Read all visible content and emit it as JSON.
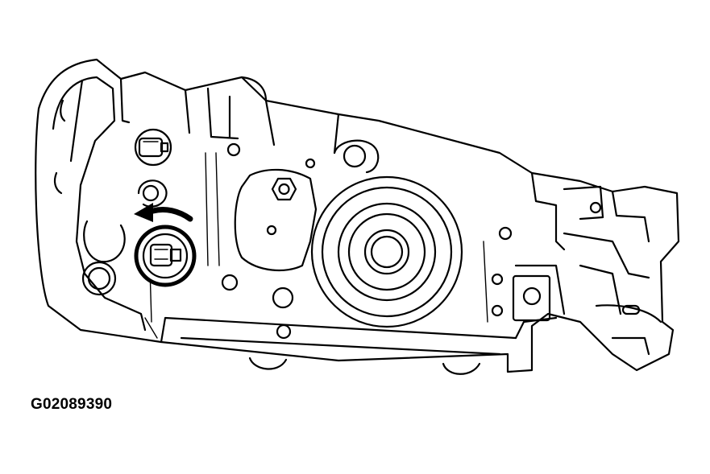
{
  "figure_code": "G02089390",
  "colors": {
    "line": "#000000",
    "background": "#ffffff"
  },
  "parts": [
    {
      "name": "housing",
      "icon": "transmission-housing-outline"
    },
    {
      "name": "upper-connector",
      "icon": "electrical-connector-icon"
    },
    {
      "name": "lower-connector",
      "icon": "electrical-connector-icon",
      "highlighted": true
    },
    {
      "name": "rotation-arrow",
      "icon": "counterclockwise-arrow-icon"
    },
    {
      "name": "bolt",
      "icon": "hex-bolt-icon"
    },
    {
      "name": "output-seal",
      "icon": "concentric-seal-icon"
    }
  ]
}
